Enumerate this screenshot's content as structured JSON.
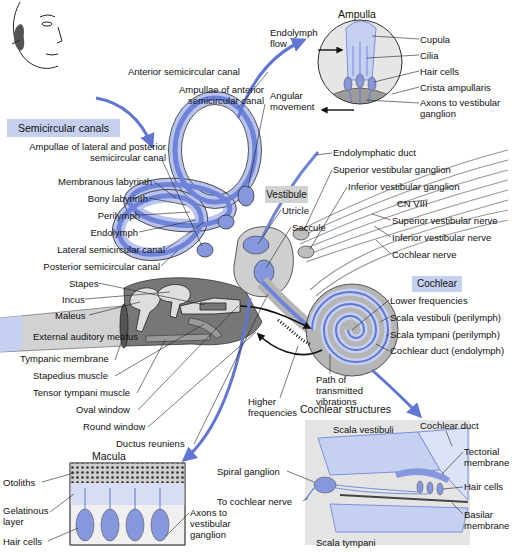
{
  "diagram": {
    "nodes": [
      {
        "text": [
          "Ampulla"
        ]
      },
      {
        "text": [
          "Semicircular canals"
        ]
      },
      {
        "text": [
          "Vestibule"
        ]
      },
      {
        "text": [
          "Cochlear"
        ]
      },
      {
        "text": [
          "Cochlear structures"
        ]
      },
      {
        "text": [
          "Macula"
        ]
      }
    ],
    "labels": [
      "Anterior semicircular canal",
      "Ampullae of anterior semicircular canal",
      "Ampullae of lateral and posterior semicircular canal",
      "Membranous labyrinth",
      "Bony labyrinth",
      "Perilymph",
      "Endolymph",
      "Lateral semicircular canal",
      "Posterior semicircular canal",
      "Stapes",
      "Incus",
      "Maleus",
      "External auditory meatus",
      "Tympanic membrane",
      "Stapedius muscle",
      "Tensor tympani muscle",
      "Oval window",
      "Round window",
      "Ductus reuniens",
      "Path of transmitted vibrations",
      "Higher frequencies",
      "Utricle",
      "Saccule",
      "Endolymphatic duct",
      "Superior vestibular ganglion",
      "Inferior vestibular ganglion",
      "CN VIII",
      "Superior vestibular nerve",
      "Inferior vestibular nerve",
      "Cochlear nerve",
      "Lower frequencies",
      "Scala vestibuli (perilymph)",
      "Scala tympani (perilymph)",
      "Cochlear duct (endolymph)",
      "Endolymph flow",
      "Angular movement",
      "Cupula",
      "Cilia",
      "Hair cells",
      "Crista ampullaris",
      "Axons to vestibular ganglion",
      "Otoliths",
      "Gelatinous layer",
      "Hair cells",
      "Axons to vestibular ganglion",
      "Scala vestibuli",
      "Cochlear duct",
      "Tectorial membrane",
      "Spiral ganglion",
      "To cochlear nerve",
      "Hair cells",
      "Scala tympani",
      "Basilar membrane"
    ]
  }
}
